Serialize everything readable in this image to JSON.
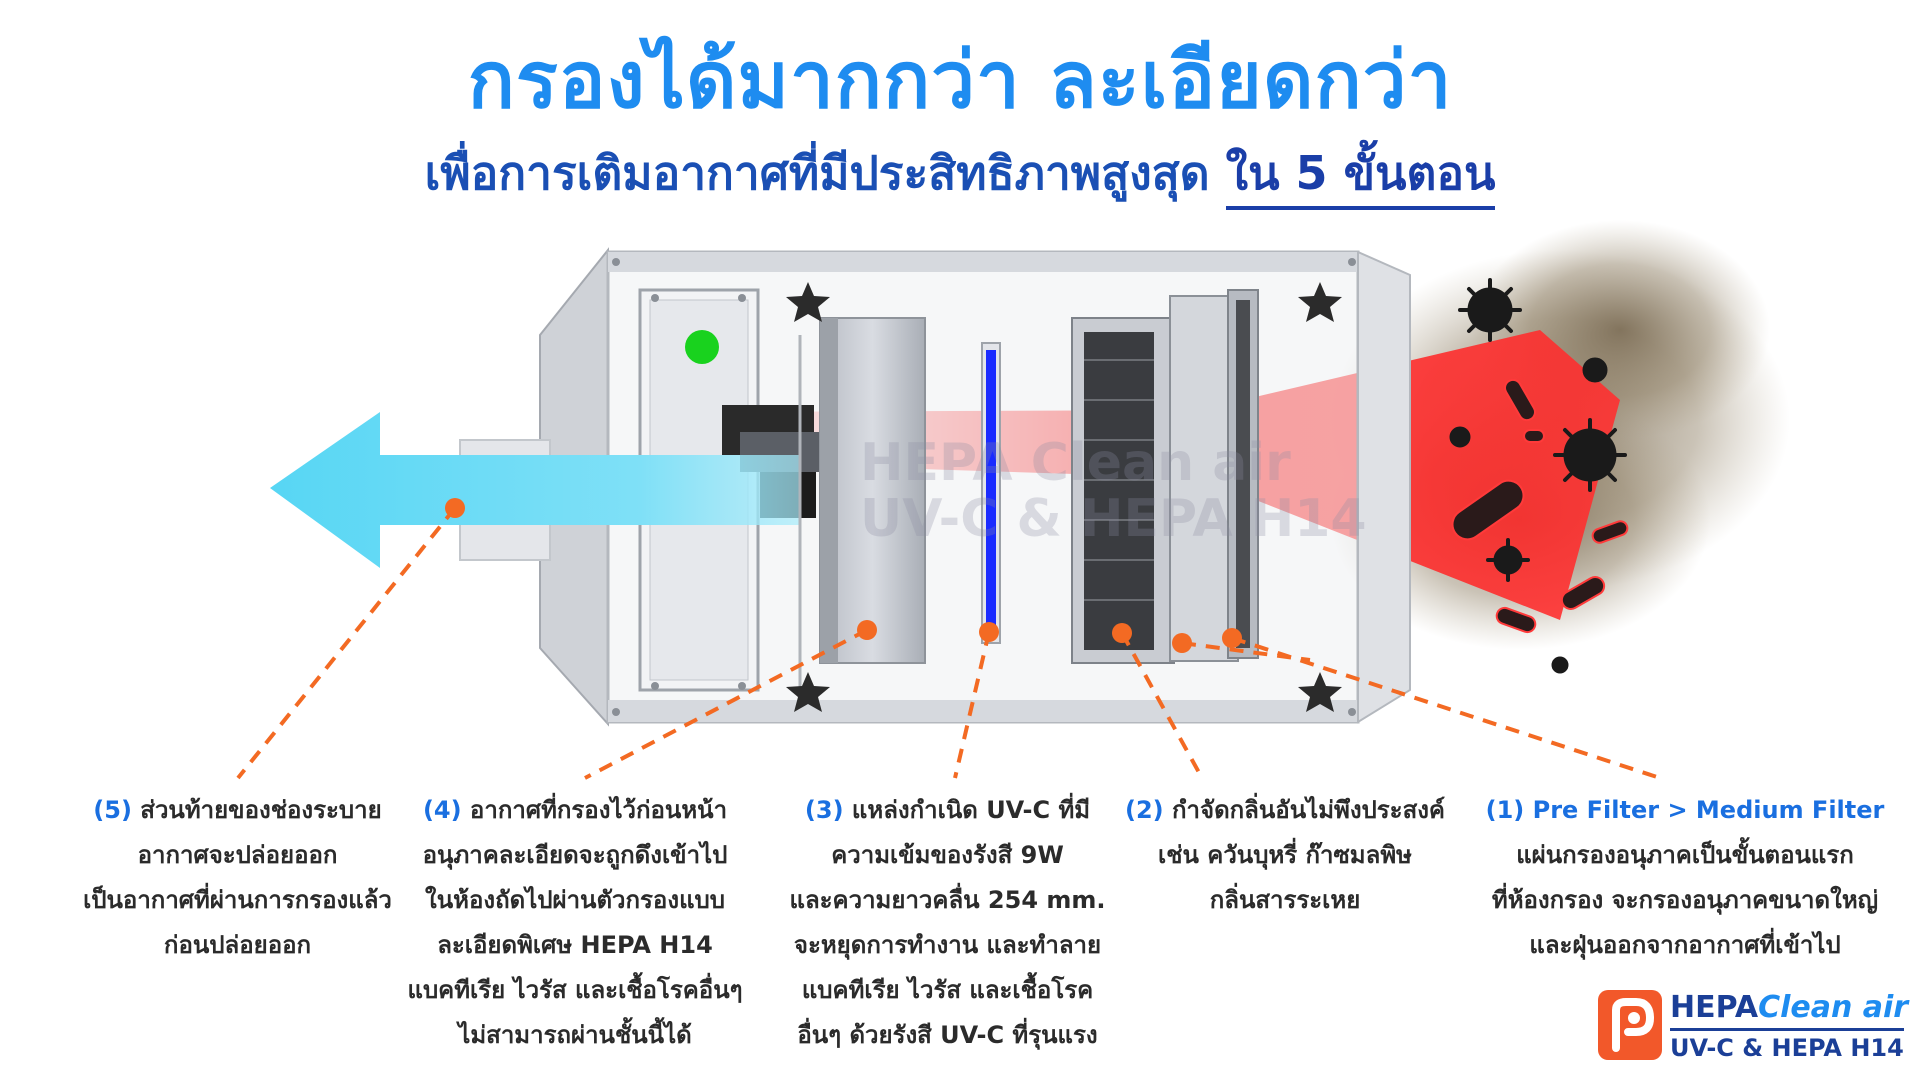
{
  "header": {
    "title": "กรองได้มากกว่า ละเอียดกว่า",
    "subtitle_main": "เพื่อการเติมอากาศที่มีประสิทธิภาพสูงสุด ",
    "subtitle_emph": "ใน 5 ขั้นตอน"
  },
  "watermark": {
    "line1": "HEPA Clean air",
    "line2": "UV-C & HEPA H14"
  },
  "steps": [
    {
      "lead": "(5)",
      "text_first": " ส่วนท้ายของช่องระบาย",
      "lines": [
        "อากาศจะปล่อยออก",
        "เป็นอากาศที่ผ่านการกรองแล้ว",
        "ก่อนปล่อยออก"
      ]
    },
    {
      "lead": "(4)",
      "text_first": " อากาศที่กรองไว้ก่อนหน้า",
      "lines": [
        "อนุภาคละเอียดจะถูกดึงเข้าไป",
        "ในห้องถัดไปผ่านตัวกรองแบบ",
        "ละเอียดพิเศษ HEPA H14",
        "แบคทีเรีย ไวรัส และเชื้อโรคอื่นๆ",
        "ไม่สามารถผ่านชั้นนี้ได้"
      ]
    },
    {
      "lead": "(3)",
      "text_first": " แหล่งกำเนิด UV-C ที่มี",
      "lines": [
        "ความเข้มของรังสี 9W",
        "และความยาวคลื่น 254 mm.",
        "จะหยุดการทำงาน และทำลาย",
        "แบคทีเรีย ไวรัส และเชื้อโรค",
        "อื่นๆ ด้วยรังสี UV-C ที่รุนแรง"
      ]
    },
    {
      "lead": "(2)",
      "text_first": " กำจัดกลิ่นอันไม่พึงประสงค์",
      "lines": [
        "เช่น ควันบุหรี่ ก๊าซมลพิษ",
        "กลิ่นสารระเหย"
      ]
    },
    {
      "lead": "(1) Pre Filter > Medium Filter",
      "text_first": "",
      "lines": [
        "แผ่นกรองอนุภาคเป็นขั้นตอนแรก",
        "ที่ห้องกรอง จะกรองอนุภาคขนาดใหญ่",
        "และฝุ่นออกจากอากาศที่เข้าไป"
      ]
    }
  ],
  "brand": {
    "name_a": "HEPA",
    "name_b": "Clean air",
    "tagline": "UV-C & HEPA H14"
  },
  "colors": {
    "title": "#1e8cf0",
    "subtitle": "#1a4fb4",
    "clean_air": "#5fd8f5",
    "dirty_air": "#ff2a2a",
    "uv_lamp": "#1a2bff",
    "marker": "#f36a23",
    "indicator": "#19d21e",
    "brand_orange": "#f2582a"
  }
}
